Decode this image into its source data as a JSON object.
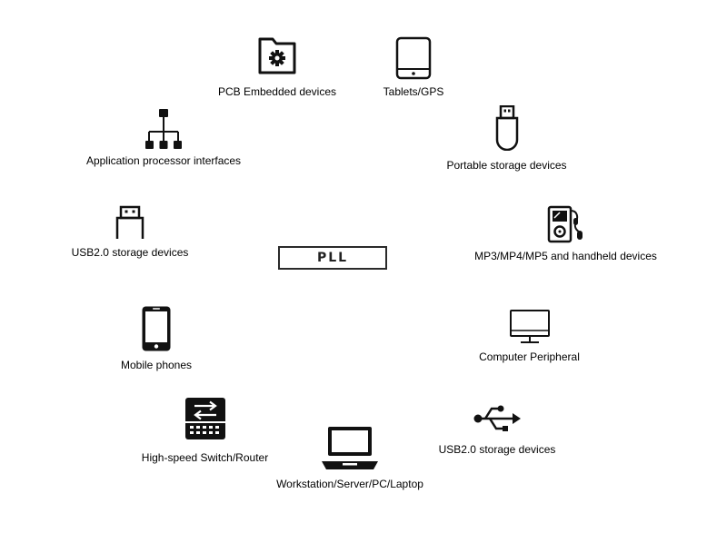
{
  "center": {
    "label": "PLL"
  },
  "nodes": [
    {
      "id": "pcb",
      "label": "PCB Embedded devices",
      "icon": "folder-gear-icon"
    },
    {
      "id": "tablets",
      "label": "Tablets/GPS",
      "icon": "tablet-icon"
    },
    {
      "id": "app-proc",
      "label": "Application processor interfaces",
      "icon": "network-hierarchy-icon"
    },
    {
      "id": "portable",
      "label": "Portable storage devices",
      "icon": "usb-stick-icon"
    },
    {
      "id": "usb-storage-left",
      "label": "USB2.0 storage devices",
      "icon": "usb-connector-icon"
    },
    {
      "id": "mp3",
      "label": "MP3/MP4/MP5 and handheld devices",
      "icon": "media-player-icon"
    },
    {
      "id": "mobile",
      "label": "Mobile phones",
      "icon": "smartphone-icon"
    },
    {
      "id": "computer",
      "label": "Computer Peripheral",
      "icon": "monitor-icon"
    },
    {
      "id": "switch",
      "label": "High-speed Switch/Router",
      "icon": "switch-router-icon"
    },
    {
      "id": "usb-storage-right",
      "label": "USB2.0 storage devices",
      "icon": "usb-symbol-icon"
    },
    {
      "id": "workstation",
      "label": "Workstation/Server/PC/Laptop",
      "icon": "laptop-icon"
    }
  ]
}
